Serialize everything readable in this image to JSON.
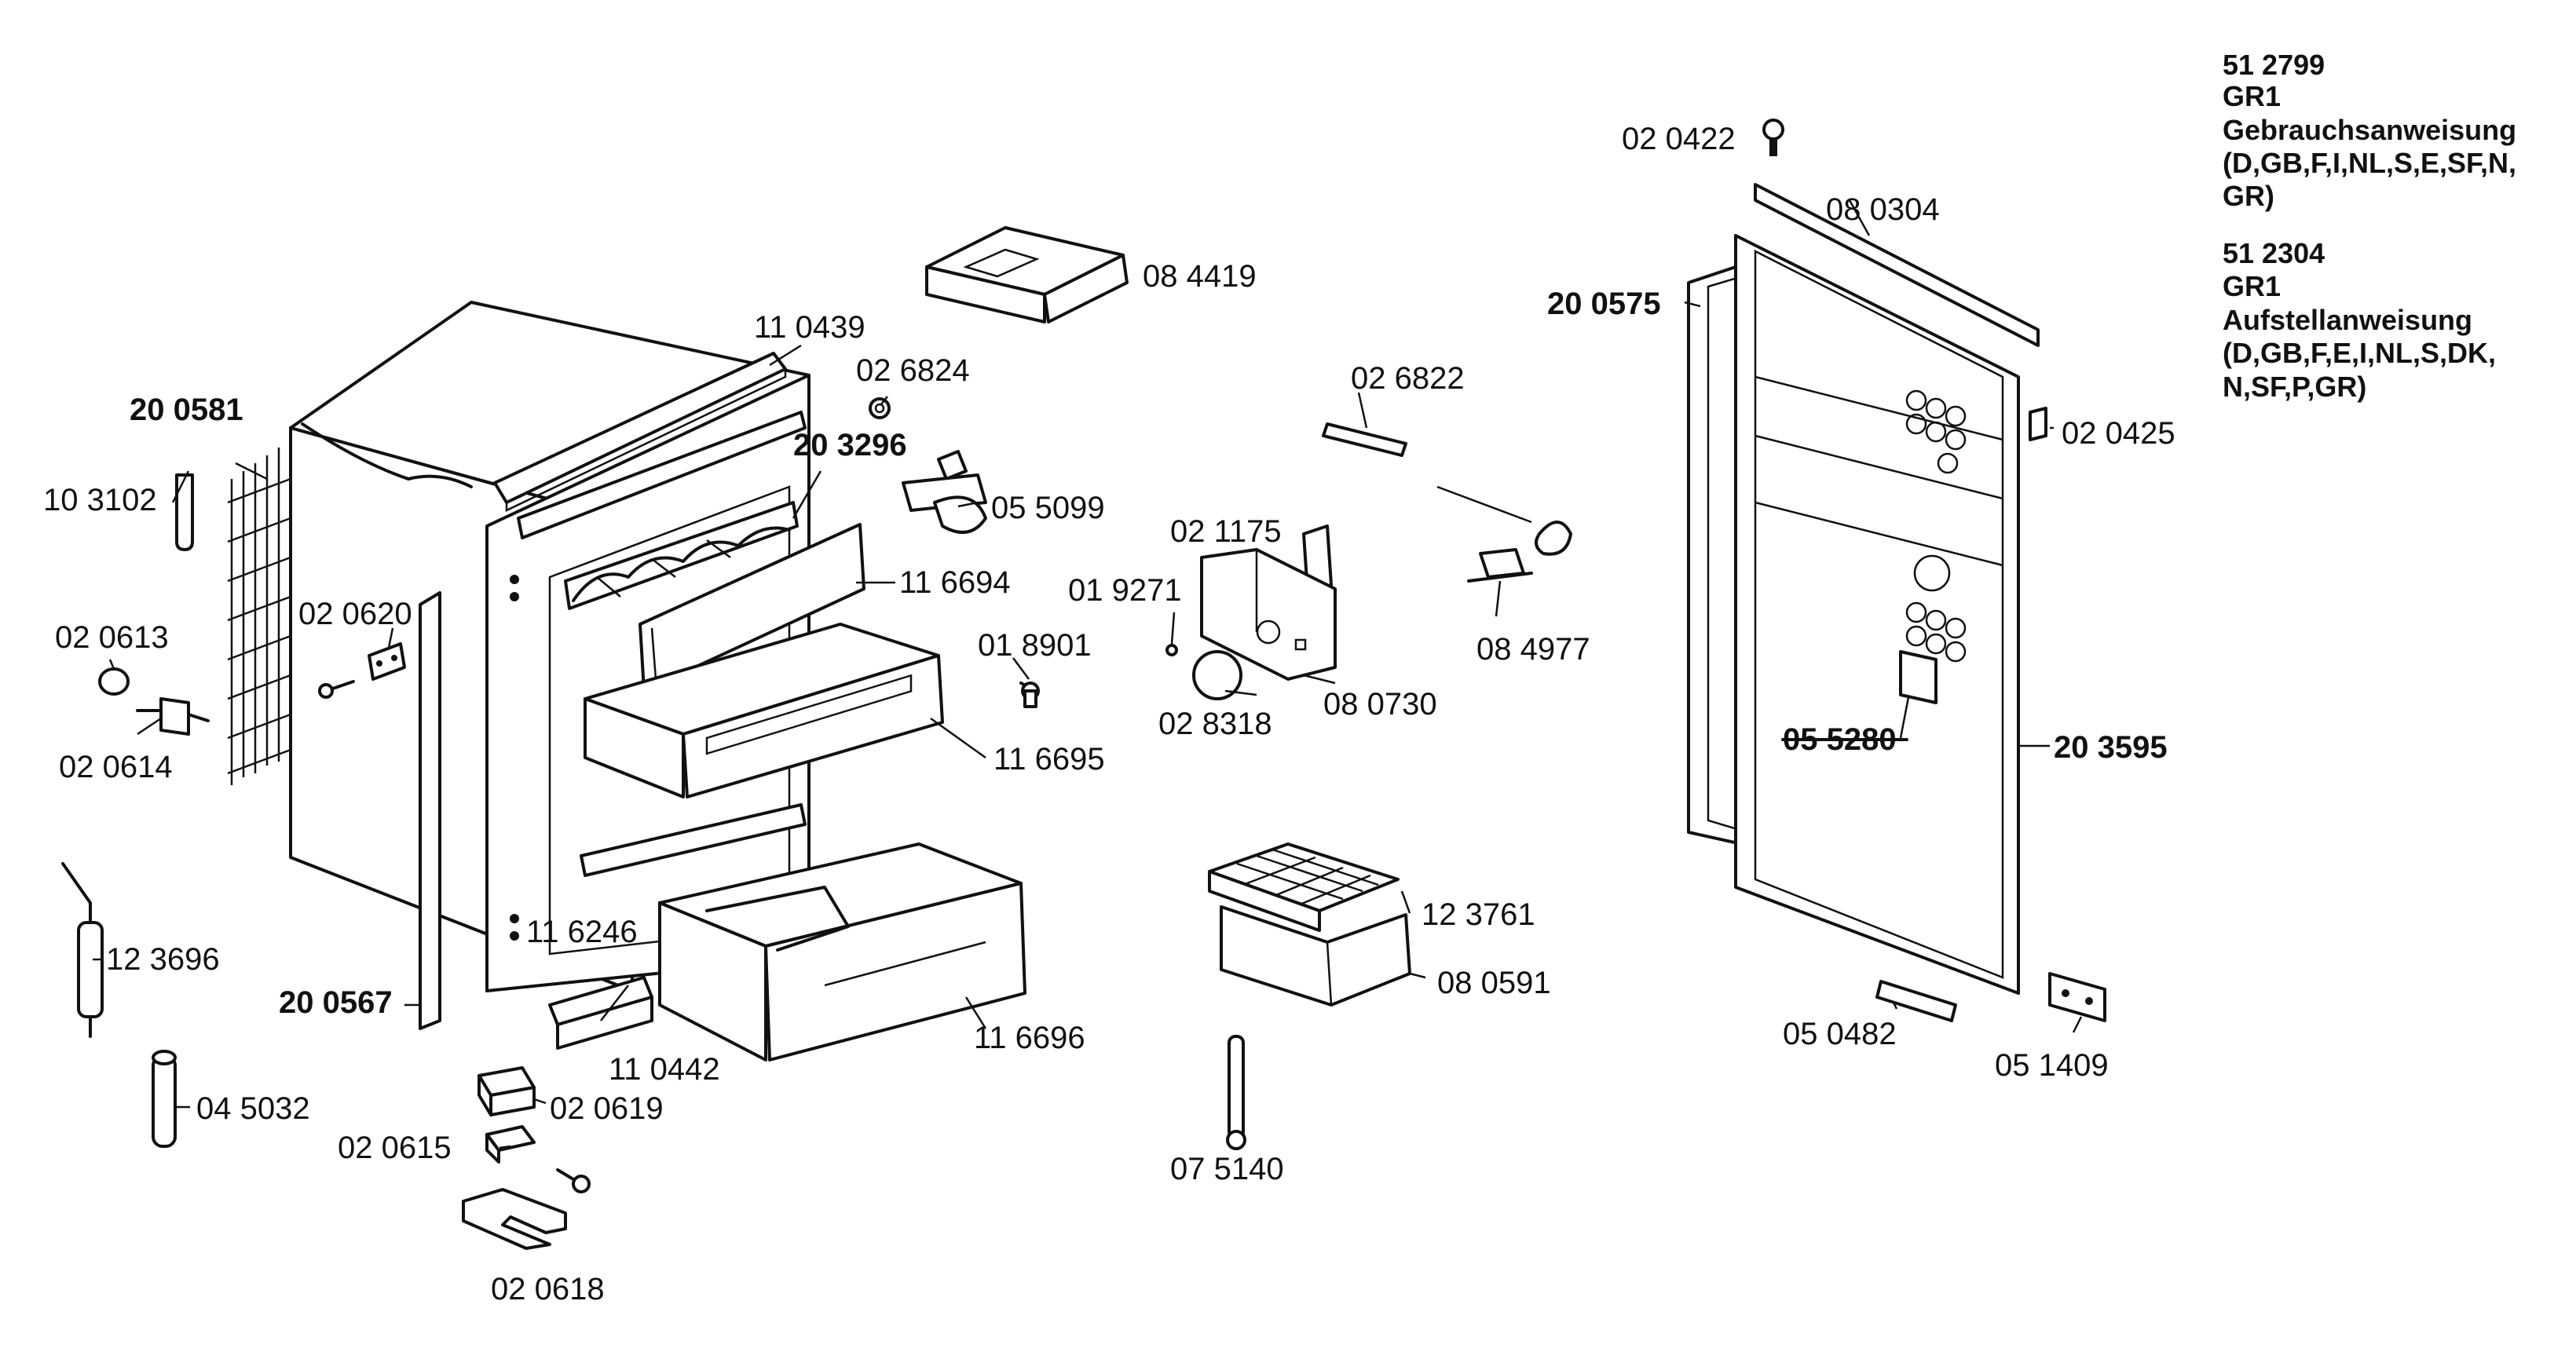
{
  "parts": [
    {
      "id": "p-110439",
      "label": "11 0439"
    },
    {
      "id": "p-026824",
      "label": "02 6824"
    },
    {
      "id": "p-084419",
      "label": "08 4419"
    },
    {
      "id": "p-200581",
      "label": "20 0581"
    },
    {
      "id": "p-103102",
      "label": "10 3102"
    },
    {
      "id": "p-203296",
      "label": "20 3296"
    },
    {
      "id": "p-055099",
      "label": "05 5099"
    },
    {
      "id": "p-116694",
      "label": "11 6694"
    },
    {
      "id": "p-020613",
      "label": "02 0613"
    },
    {
      "id": "p-020620",
      "label": "02 0620"
    },
    {
      "id": "p-020614",
      "label": "02 0614"
    },
    {
      "id": "p-018901",
      "label": "01 8901"
    },
    {
      "id": "p-116695",
      "label": "11 6695"
    },
    {
      "id": "p-123696",
      "label": "12 3696"
    },
    {
      "id": "p-116246",
      "label": "11 6246"
    },
    {
      "id": "p-200567",
      "label": "20 0567"
    },
    {
      "id": "p-110442",
      "label": "11 0442"
    },
    {
      "id": "p-116696",
      "label": "11 6696"
    },
    {
      "id": "p-045032",
      "label": "04 5032"
    },
    {
      "id": "p-020619",
      "label": "02 0619"
    },
    {
      "id": "p-020615",
      "label": "02 0615"
    },
    {
      "id": "p-020618",
      "label": "02 0618"
    },
    {
      "id": "p-026822",
      "label": "02 6822"
    },
    {
      "id": "p-021175",
      "label": "02 1175"
    },
    {
      "id": "p-019271",
      "label": "01 9271"
    },
    {
      "id": "p-084977",
      "label": "08 4977"
    },
    {
      "id": "p-028318",
      "label": "02 8318"
    },
    {
      "id": "p-080730",
      "label": "08 0730"
    },
    {
      "id": "p-123761",
      "label": "12 3761"
    },
    {
      "id": "p-080591",
      "label": "08 0591"
    },
    {
      "id": "p-075140",
      "label": "07 5140"
    },
    {
      "id": "p-020422",
      "label": "02 0422"
    },
    {
      "id": "p-080304",
      "label": "08 0304"
    },
    {
      "id": "p-200575",
      "label": "20 0575"
    },
    {
      "id": "p-020425",
      "label": "02 0425"
    },
    {
      "id": "p-055280",
      "label": "05 5280"
    },
    {
      "id": "p-203595",
      "label": "20 3595"
    },
    {
      "id": "p-050482",
      "label": "05 0482"
    },
    {
      "id": "p-051409",
      "label": "05 1409"
    }
  ],
  "notes": [
    {
      "part": "51 2799",
      "model": "GR1",
      "title": "Gebrauchsanweisung",
      "languages_1": "(D,GB,F,I,NL,S,E,SF,N,",
      "languages_2": "GR)"
    },
    {
      "part": "51 2304",
      "model": "GR1",
      "title": "Aufstellanweisung",
      "languages_1": "(D,GB,F,E,I,NL,S,DK,",
      "languages_2": "N,SF,P,GR)"
    }
  ]
}
